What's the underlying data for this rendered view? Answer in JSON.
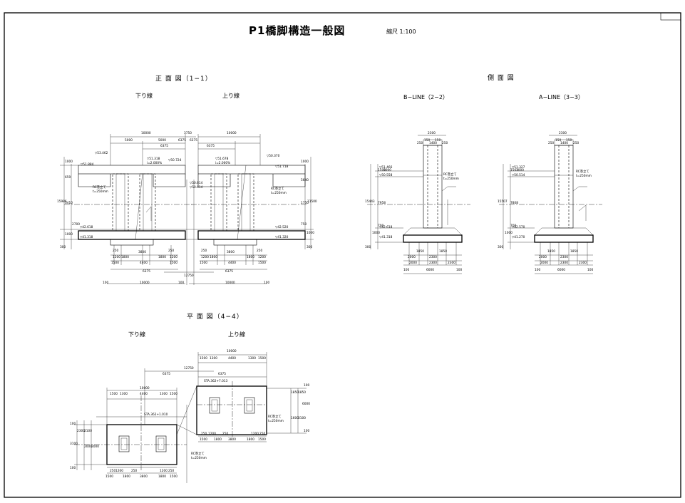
{
  "title": "P1橋脚構造一般図",
  "scale": "縮尺 1:100",
  "front_view": {
    "heading": "正 面 図（1−1）",
    "left_label": "下り線",
    "right_label": "上り線",
    "dims_top": [
      "10000",
      "3750",
      "10000",
      "5000",
      "5000",
      "6375",
      "6375",
      "6375",
      "6375"
    ],
    "dims_base_left": [
      "250",
      "3800",
      "250",
      "1200",
      "1800",
      "1800",
      "1200",
      "1500",
      "1500",
      "4400",
      "6375"
    ],
    "dims_base_right": [
      "250",
      "3800",
      "250",
      "1200",
      "1800",
      "1800",
      "1200",
      "1500",
      "1500",
      "4400",
      "6375"
    ],
    "dims_bottom": [
      "12750",
      "10000",
      "10000",
      "100",
      "100",
      "100"
    ],
    "levels_left": [
      "▽53.462",
      "▽51.884",
      "▽51.318",
      "i=2.000%",
      "▽50.724",
      "▽50.614",
      "▽42.618",
      "▽41.318"
    ],
    "levels_right": [
      "▽51.678",
      "i=2.000%",
      "▽50.370",
      "▽51.718",
      "▽50.614",
      "▽42.520",
      "▽41.320"
    ],
    "vertical_dims_left": [
      "1000",
      "659",
      "15986",
      "3410",
      "2700",
      "1000",
      "300"
    ],
    "vertical_dims_right": [
      "1000",
      "5640",
      "11500",
      "1750",
      "750",
      "1000",
      "300"
    ],
    "notes": [
      "RC巻立て",
      "t=250mm",
      "RC巻立て",
      "t=250mm"
    ]
  },
  "side_view": {
    "heading": "側 面 図",
    "b_label": "B−LINE（2−2）",
    "a_label": "A−LINE（3−3）",
    "b_dims": [
      "2300",
      "150",
      "1400",
      "150",
      "250",
      "250",
      "2000",
      "1850",
      "2300",
      "1850",
      "100",
      "6000",
      "100",
      "2000",
      "2300",
      "2300"
    ],
    "b_levels": [
      "▽51.466",
      "▽50.558",
      "▽42.618",
      "▽41.318"
    ],
    "b_vertical": [
      "1500",
      "1000",
      "15443",
      "7958",
      "1000",
      "700",
      "300"
    ],
    "a_dims": [
      "2300",
      "150",
      "1400",
      "150",
      "250",
      "250",
      "2000",
      "1850",
      "2300",
      "1850",
      "100",
      "6000",
      "100",
      "2000",
      "2300",
      "2300"
    ],
    "a_levels": [
      "▽51.327",
      "▽50.514",
      "▽42.570",
      "▽41.270"
    ],
    "a_vertical": [
      "1562",
      "1000",
      "15507",
      "7808",
      "1000",
      "700",
      "300"
    ],
    "notes": [
      "RC巻立て",
      "t=250mm",
      "RC巻立て",
      "t=250mm"
    ]
  },
  "plan_view": {
    "heading": "平 面 図（4−4）",
    "left_label": "下り線",
    "right_label": "上り線",
    "dims_right_top": [
      "10000",
      "1500",
      "1300",
      "4400",
      "1300",
      "1500",
      "6375",
      "12750"
    ],
    "dims_left_top": [
      "10000",
      "6375",
      "1500",
      "1300",
      "4400",
      "1300",
      "1500"
    ],
    "sta_right": "STA.362+7.013",
    "sta_left": "STA.362+1.010",
    "dims_bottom_left": [
      "1500",
      "1200",
      "1800",
      "3800",
      "1800",
      "1200",
      "1500",
      "250",
      "250",
      "250"
    ],
    "dims_bottom_right": [
      "1500",
      "1200",
      "1800",
      "3800",
      "1800",
      "1200",
      "1500",
      "250",
      "250",
      "250"
    ],
    "vertical_left": [
      "100",
      "2300",
      "2100",
      "3100",
      "2000",
      "2000",
      "100"
    ],
    "vertical_right": [
      "100",
      "1850",
      "1850",
      "6000",
      "1600",
      "3100",
      "100"
    ],
    "notes": [
      "RC巻立て",
      "t=250mm",
      "RC巻立て",
      "t=250mm"
    ]
  }
}
